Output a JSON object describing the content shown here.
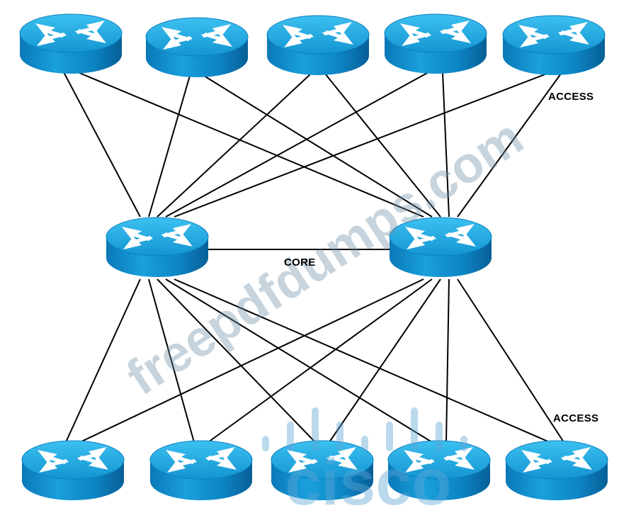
{
  "labels": {
    "access_top": "ACCESS",
    "core": "CORE",
    "access_bottom": "ACCESS"
  },
  "watermark": {
    "text": "freepdfdumps.com",
    "logo_text": "cisco"
  },
  "devices": {
    "access_top": [
      "router",
      "router",
      "router",
      "router",
      "router"
    ],
    "core": [
      "router",
      "router"
    ],
    "access_bottom": [
      "router",
      "router",
      "router",
      "router",
      "router"
    ]
  },
  "links": {
    "core_core": true,
    "topology": "each access router connects to both core routers"
  },
  "colors": {
    "router_top": "#1aa3dd",
    "router_side": "#0a7fc0",
    "link": "#000000",
    "watermark": "#7fa8c8"
  }
}
